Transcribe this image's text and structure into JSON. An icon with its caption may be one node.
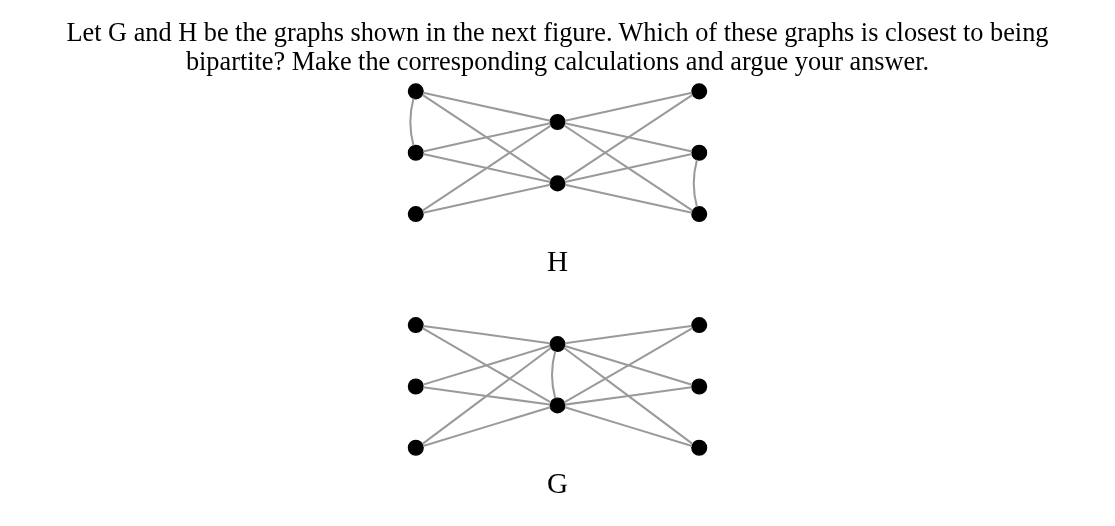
{
  "diagram": {
    "title": "Let G and H be the graphs shown in the next figure. Which of these graphs is closest to being bipartite? Make the corresponding calculations and argue your answer.",
    "nodes": [
      {
        "text": [],
        "shape": "circle"
      },
      {
        "text": [],
        "shape": "circle"
      },
      {
        "text": [],
        "shape": "circle"
      },
      {
        "text": [],
        "shape": "circle"
      },
      {
        "text": [],
        "shape": "circle"
      },
      {
        "text": [],
        "shape": "circle"
      },
      {
        "text": [],
        "shape": "circle"
      },
      {
        "text": [],
        "shape": "circle"
      },
      {
        "text": [],
        "shape": "circle"
      },
      {
        "text": [],
        "shape": "circle"
      },
      {
        "text": [],
        "shape": "circle"
      },
      {
        "text": [],
        "shape": "circle"
      },
      {
        "text": [],
        "shape": "circle"
      },
      {
        "text": [],
        "shape": "circle"
      },
      {
        "text": [],
        "shape": "circle"
      },
      {
        "text": [],
        "shape": "circle"
      }
    ],
    "edges": [
      {
        "from": 0,
        "to": 3,
        "arrow": "none"
      },
      {
        "from": 0,
        "to": 4,
        "arrow": "none"
      },
      {
        "from": 1,
        "to": 3,
        "arrow": "none"
      },
      {
        "from": 1,
        "to": 4,
        "arrow": "none"
      },
      {
        "from": 2,
        "to": 3,
        "arrow": "none"
      },
      {
        "from": 2,
        "to": 4,
        "arrow": "none"
      },
      {
        "from": 3,
        "to": 4,
        "arrow": "none"
      },
      {
        "from": 3,
        "to": 5,
        "arrow": "none"
      },
      {
        "from": 3,
        "to": 6,
        "arrow": "none"
      },
      {
        "from": 3,
        "to": 7,
        "arrow": "none"
      },
      {
        "from": 4,
        "to": 5,
        "arrow": "none"
      },
      {
        "from": 4,
        "to": 6,
        "arrow": "none"
      },
      {
        "from": 4,
        "to": 7,
        "arrow": "none"
      },
      {
        "from": 8,
        "to": 9,
        "arrow": "none"
      },
      {
        "from": 8,
        "to": 11,
        "arrow": "none"
      },
      {
        "from": 8,
        "to": 12,
        "arrow": "none"
      },
      {
        "from": 9,
        "to": 11,
        "arrow": "none"
      },
      {
        "from": 9,
        "to": 12,
        "arrow": "none"
      },
      {
        "from": 10,
        "to": 11,
        "arrow": "none"
      },
      {
        "from": 10,
        "to": 12,
        "arrow": "none"
      },
      {
        "from": 11,
        "to": 13,
        "arrow": "none"
      },
      {
        "from": 11,
        "to": 14,
        "arrow": "none"
      },
      {
        "from": 11,
        "to": 15,
        "arrow": "none"
      },
      {
        "from": 12,
        "to": 13,
        "arrow": "none"
      },
      {
        "from": 12,
        "to": 14,
        "arrow": "none"
      },
      {
        "from": 12,
        "to": 15,
        "arrow": "none"
      },
      {
        "from": 14,
        "to": 15,
        "arrow": "none"
      }
    ],
    "labels": [
      "G",
      "H"
    ]
  }
}
